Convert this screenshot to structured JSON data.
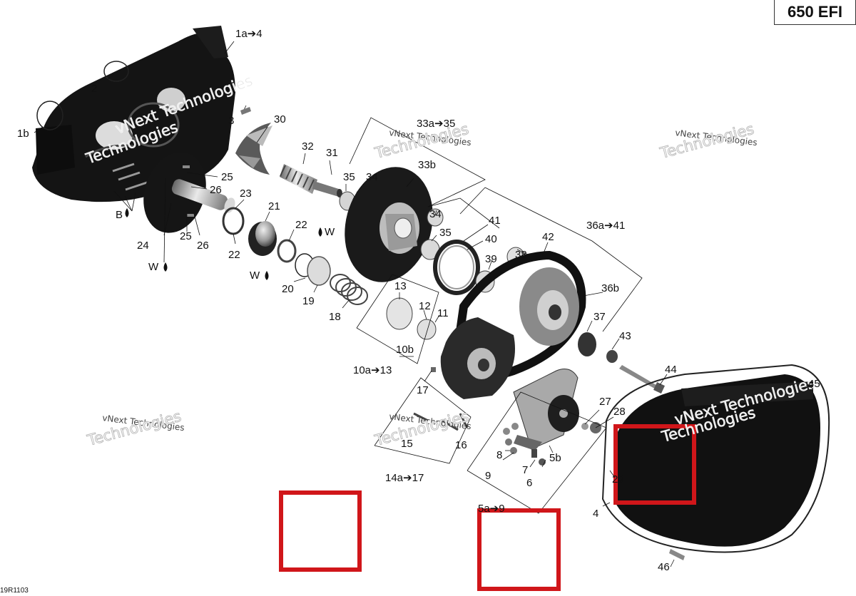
{
  "model": "650 EFI",
  "diagram_code": "19R1103",
  "watermark": {
    "line1": "vNext Technologies",
    "line2": "Technologies"
  },
  "callouts": {
    "c1a4": "1a➔4",
    "c2": "2",
    "c1b": "1b",
    "c3": "3",
    "c30": "30",
    "c32": "32",
    "c31": "31",
    "c25a": "25",
    "c26a": "26",
    "cB": "B",
    "c23": "23",
    "c21": "21",
    "c22a": "22",
    "c22b": "22",
    "cWtop": "W",
    "c24": "24",
    "c25b": "25",
    "c26b": "26",
    "cWleft": "W",
    "cWmid": "W",
    "c20": "20",
    "c19": "19",
    "c18": "18",
    "c33a35": "33a➔35",
    "c35a": "35",
    "c34a": "34",
    "c33b": "33b",
    "c34b": "34",
    "c35b": "35",
    "c41": "41",
    "c40": "40",
    "c39": "39",
    "c38": "38",
    "c42": "42",
    "c36a41": "36a➔41",
    "c36b": "36b",
    "c37": "37",
    "c43": "43",
    "c44": "44",
    "c13": "13",
    "c12": "12",
    "c11": "11",
    "c10b": "10b",
    "c10a13": "10a➔13",
    "c17": "17",
    "c15": "15",
    "c16": "16",
    "c14a17": "14a➔17",
    "c8": "8",
    "c7": "7",
    "c9": "9",
    "c6": "6",
    "c5b": "5b",
    "c5a9": "5a➔9",
    "c27": "27",
    "c28": "28",
    "c29": "29",
    "c4": "4",
    "c45": "45",
    "c46": "46"
  },
  "colors": {
    "highlight": "#d0161a",
    "part_dark": "#111111",
    "part_mid": "#6a6a6a",
    "part_light": "#c9c9c9"
  }
}
